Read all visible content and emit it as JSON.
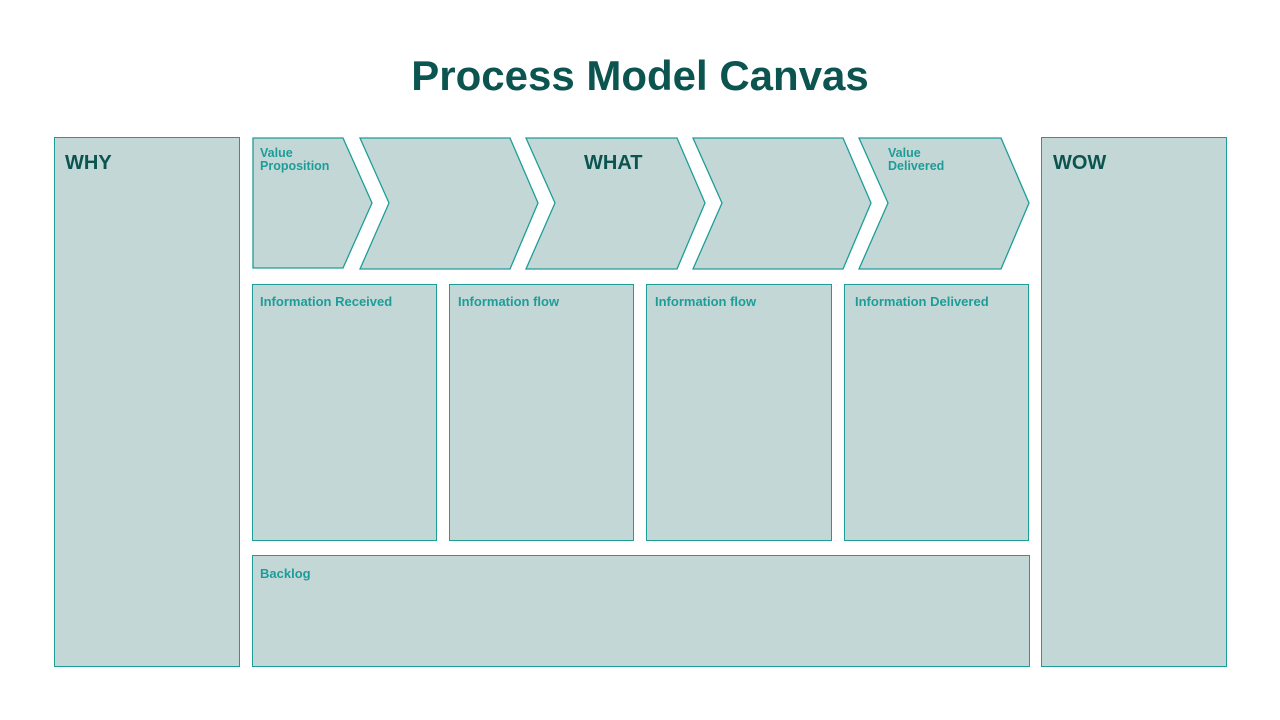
{
  "title": "Process Model Canvas",
  "colors": {
    "title": "#0b5450",
    "box_fill": "#c4d7d7",
    "box_border": "#1d9d98",
    "small_label": "#1d9d98",
    "big_label": "#0b5450"
  },
  "why": {
    "label": "WHY"
  },
  "wow": {
    "label": "WOW"
  },
  "what": {
    "label": "WHAT",
    "arrows": [
      {
        "label_line1": "Value",
        "label_line2": "Proposition"
      },
      {
        "label_line1": "",
        "label_line2": ""
      },
      {
        "label_line1": "",
        "label_line2": ""
      },
      {
        "label_line1": "",
        "label_line2": ""
      },
      {
        "label_line1": "Value",
        "label_line2": "Delivered"
      }
    ]
  },
  "info_boxes": [
    {
      "label": "Information Received"
    },
    {
      "label": "Information flow"
    },
    {
      "label": "Information flow"
    },
    {
      "label": "Information Delivered"
    }
  ],
  "backlog": {
    "label": "Backlog"
  }
}
